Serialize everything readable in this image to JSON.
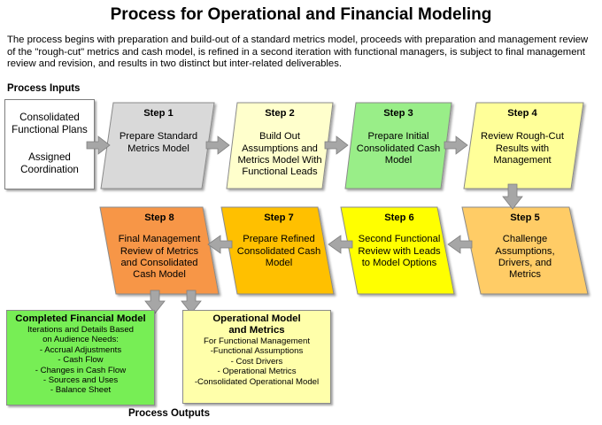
{
  "title": "Process for Operational and Financial Modeling",
  "intro": "The process begins with preparation and build-out of a standard metrics model, proceeds with preparation and management review of the \"rough-cut\" metrics and cash model, is refined in a second iteration with functional managers, is subject to final management review and revision, and results in two distinct but inter-related deliverables.",
  "inputs": {
    "label": "Process Inputs",
    "line1": "Consolidated",
    "line2": "Functional Plans",
    "line3": "Assigned",
    "line4": "Coordination"
  },
  "steps": [
    {
      "num": "Step 1",
      "l1": "Prepare Standard",
      "l2": "Metrics Model",
      "l3": "",
      "l4": "",
      "color": "#d9d9d9"
    },
    {
      "num": "Step 2",
      "l1": "Build Out",
      "l2": "Assumptions and",
      "l3": "Metrics Model With",
      "l4": "Functional Leads",
      "color": "#ffffcc"
    },
    {
      "num": "Step 3",
      "l1": "Prepare Initial",
      "l2": "Consolidated Cash",
      "l3": "Model",
      "l4": "",
      "color": "#99ee88"
    },
    {
      "num": "Step 4",
      "l1": "Review Rough-Cut",
      "l2": "Results with",
      "l3": "Management",
      "l4": "",
      "color": "#ffff99"
    },
    {
      "num": "Step 5",
      "l1": "Challenge",
      "l2": "Assumptions,",
      "l3": "Drivers, and",
      "l4": "Metrics",
      "color": "#ffcc66"
    },
    {
      "num": "Step 6",
      "l1": "Second Functional",
      "l2": "Review with Leads",
      "l3": "to Model Options",
      "l4": "",
      "color": "#ffff00"
    },
    {
      "num": "Step 7",
      "l1": "Prepare Refined",
      "l2": "Consolidated Cash",
      "l3": "Model",
      "l4": "",
      "color": "#ffc000"
    },
    {
      "num": "Step 8",
      "l1": "Final Management",
      "l2": "Review of Metrics",
      "l3": "and Consolidated",
      "l4": "Cash Model",
      "color": "#f79646"
    }
  ],
  "outputs": {
    "label": "Process Outputs",
    "financial": {
      "title": "Completed Financial Model",
      "sub1": "Iterations and Details Based",
      "sub2": "on Audience Needs:",
      "items": [
        "- Accrual Adjustments",
        "- Cash Flow",
        "- Changes in Cash Flow",
        "- Sources and Uses",
        "- Balance Sheet"
      ],
      "color": "#77ee55"
    },
    "operational": {
      "title1": "Operational Model",
      "title2": "and Metrics",
      "sub1": "For Functional Management",
      "items": [
        "-Functional Assumptions",
        "- Cost Drivers",
        "- Operational Metrics",
        "-Consolidated Operational Model"
      ],
      "color": "#ffffaa"
    }
  }
}
